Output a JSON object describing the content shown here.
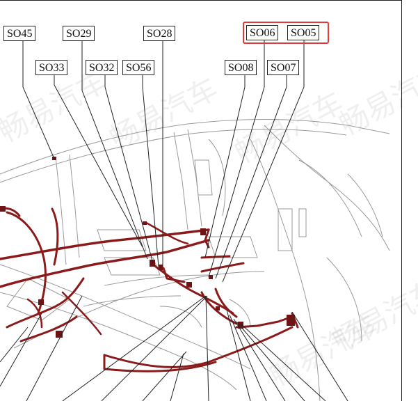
{
  "labels": {
    "so45": "SO45",
    "so29": "SO29",
    "so28": "SO28",
    "so06": "SO06",
    "so05": "SO05",
    "so33": "SO33",
    "so32": "SO32",
    "so56": "SO56",
    "so08": "SO08",
    "so07": "SO07"
  },
  "watermark": "畅易汽车",
  "colors": {
    "harness": "#8b1a1a",
    "highlight": "#e03a3a",
    "line": "#222222",
    "body_outline": "#9a9a9a"
  }
}
